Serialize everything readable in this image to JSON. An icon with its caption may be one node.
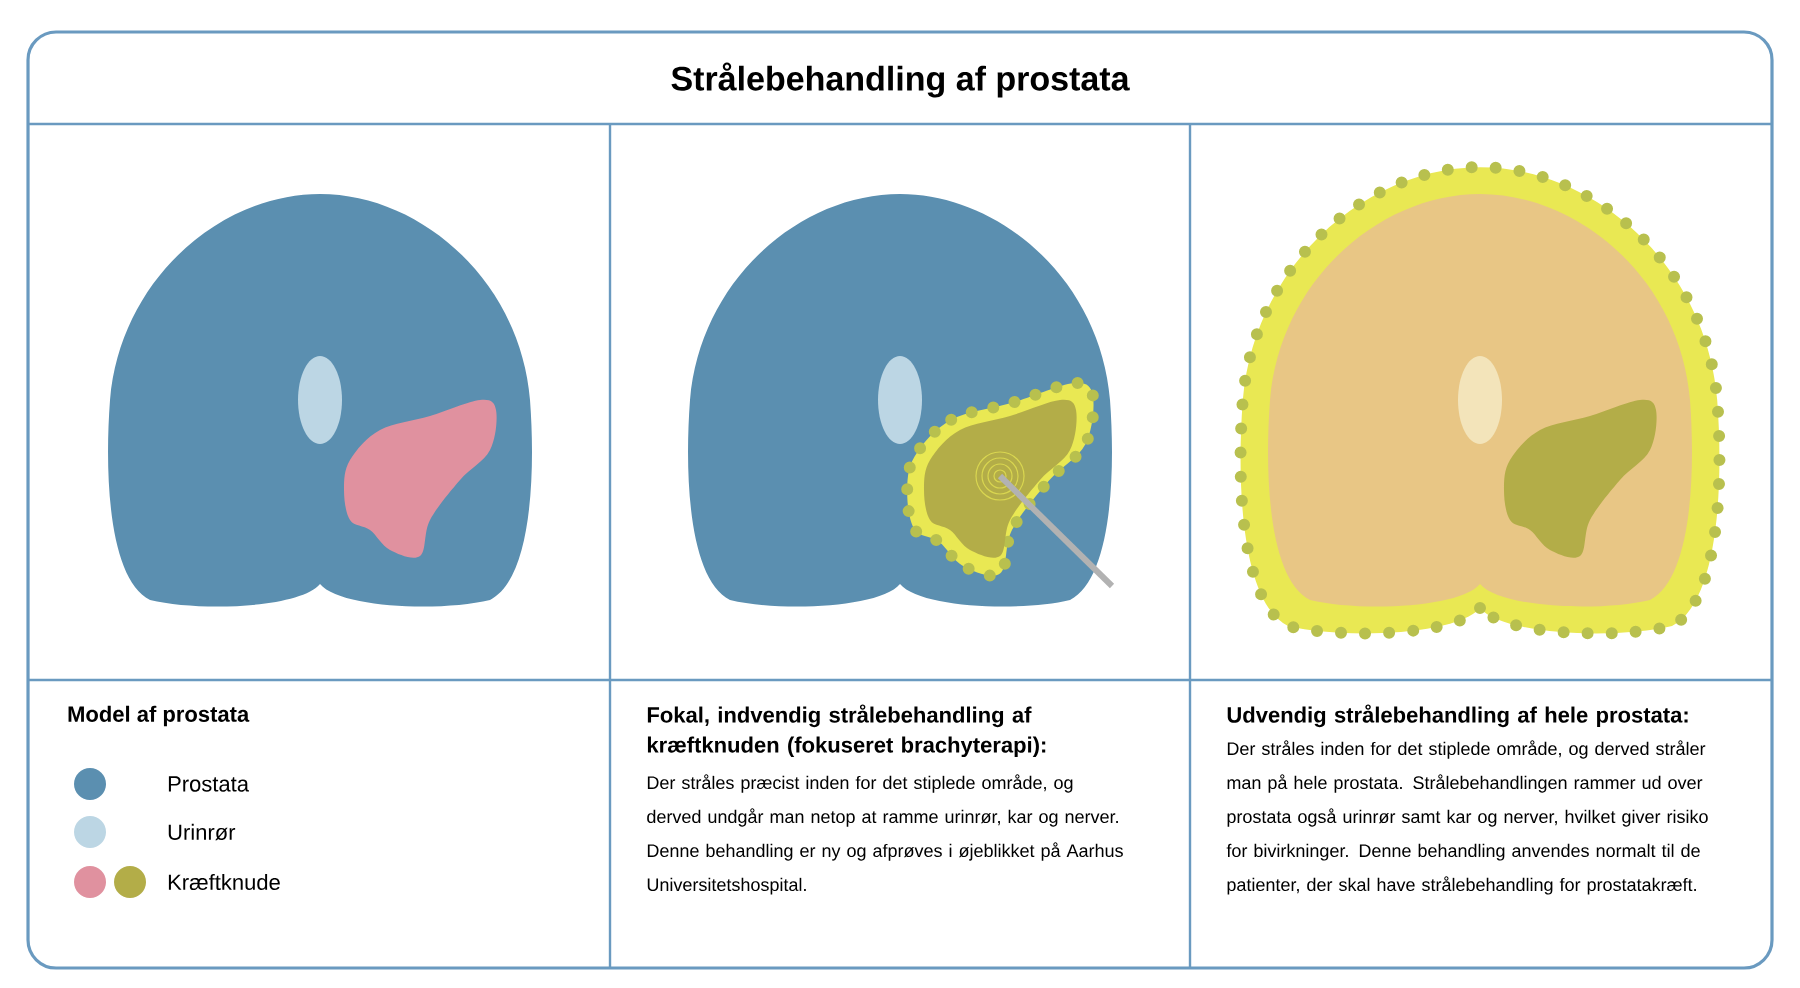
{
  "diagram": {
    "title": "Strålebehandling af prostata",
    "labels": [
      "Model af prostata",
      "Fokal, indvendig strålebehandling af kræftknuden (fokuseret brachyterapi):",
      "Der stråles præcist inden for det stiplede område, og derved undgår man netop at ramme urinrør, kar og nerver. Denne behandling er ny og afprøves i øjeblikket på Aarhus Universitetshospital.",
      "Udvendig strålebehandling af hele prostata:",
      "Der stråles inden for det stiplede område, og derved stråler man på hele prostata. Strålebehandlingen rammer ud over prostata også urinrør samt kar og nerver, hvilket giver risiko for bivirkninger. Denne behandling anvendes normalt til de patienter, der skal have strålebehandling for prostatakræft."
    ],
    "legend": [
      {
        "text": "Prostata",
        "color": "#5b8fb0"
      },
      {
        "text": "Urinrør",
        "color": "#bcd6e4"
      },
      {
        "text": "Kræftknude",
        "color": "#e0919f"
      }
    ]
  }
}
